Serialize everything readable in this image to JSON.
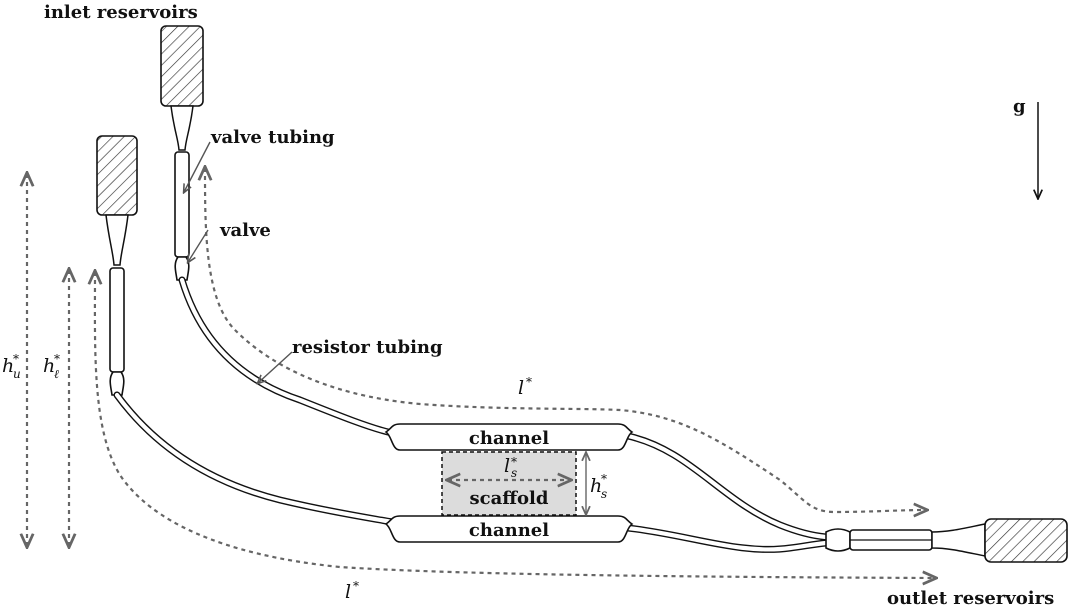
{
  "labels": {
    "inlet_reservoirs": "inlet reservoirs",
    "valve_tubing": "valve tubing",
    "valve": "valve",
    "resistor_tubing": "resistor tubing",
    "channel_upper": "channel",
    "channel_lower": "channel",
    "scaffold": "scaffold",
    "outlet_reservoirs": "outlet reservoirs",
    "gravity": "g"
  },
  "symbols": {
    "h_u": {
      "base": "h",
      "sub": "u",
      "sup": "*"
    },
    "h_l": {
      "base": "h",
      "sub": "ℓ",
      "sup": "*"
    },
    "l_upper": {
      "base": "l",
      "sup": "*"
    },
    "l_lower": {
      "base": "l",
      "sup": "*"
    },
    "l_s": {
      "base": "l",
      "sub": "s",
      "sup": "*"
    },
    "h_s": {
      "base": "h",
      "sub": "s",
      "sup": "*"
    }
  },
  "colors": {
    "outline": "#111111",
    "dimension_arrows": "#666666",
    "scaffold_fill": "#dcdcdc",
    "reservoir_hatch": "#333333"
  }
}
